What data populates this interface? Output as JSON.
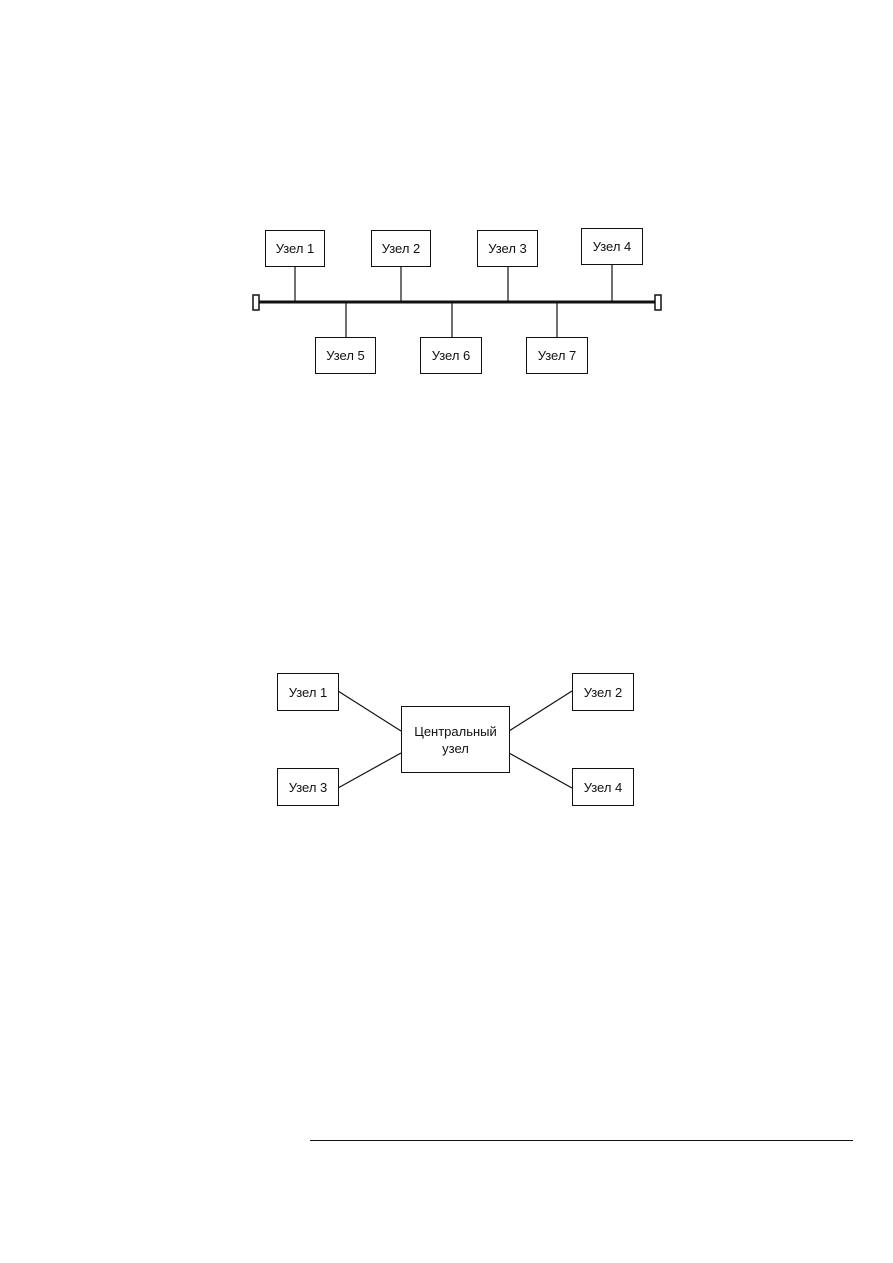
{
  "bus_diagram": {
    "top_nodes": [
      "Узел 1",
      "Узел 2",
      "Узел 3",
      "Узел 4"
    ],
    "bottom_nodes": [
      "Узел 5",
      "Узел 6",
      "Узел 7"
    ]
  },
  "star_diagram": {
    "center_node": [
      "Центральный",
      "узел"
    ],
    "left_nodes": [
      "Узел 1",
      "Узел 3"
    ],
    "right_nodes": [
      "Узел 2",
      "Узел 4"
    ]
  },
  "colors": {
    "line": "#111111",
    "background": "#ffffff"
  }
}
